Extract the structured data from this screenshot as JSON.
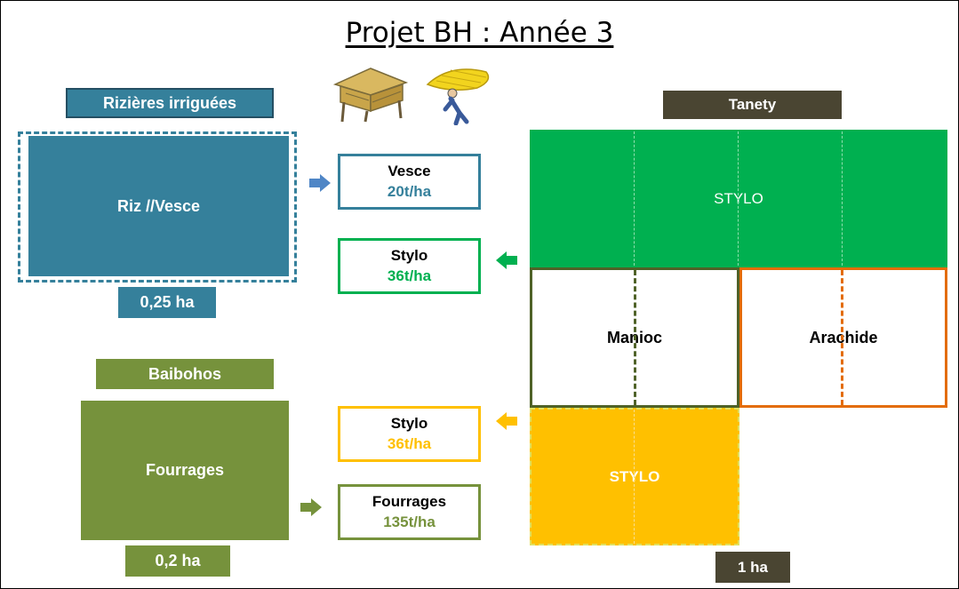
{
  "title": "Projet BH : Année 3",
  "colors": {
    "rice": "#35809b",
    "stylo_green": "#00b050",
    "yellow": "#ffc000",
    "baibohos": "#76923c",
    "tanety_header": "#4a4532",
    "manioc": "#4f6228",
    "arachide": "#e36c0a"
  },
  "rice_section": {
    "header": "Rizières irriguées",
    "field": "Riz //Vesce",
    "area": "0,25 ha"
  },
  "baibohos_section": {
    "header": "Baibohos",
    "field": "Fourrages",
    "area": "0,2 ha"
  },
  "tanety_section": {
    "header": "Tanety",
    "stylo_top": "STYLO",
    "manioc": "Manioc",
    "arachide": "Arachide",
    "stylo_bottom": "STYLO",
    "area": "1 ha"
  },
  "outputs": {
    "vesce": {
      "name": "Vesce",
      "yield": "20t/ha"
    },
    "stylo_green": {
      "name": "Stylo",
      "yield": "36t/ha"
    },
    "stylo_yellow": {
      "name": "Stylo",
      "yield": "36t/ha"
    },
    "fourrages": {
      "name": "Fourrages",
      "yield": "135t/ha"
    }
  },
  "icons": [
    "granary-icon",
    "farmer-carrying-hay-icon",
    "arrow-right-icon",
    "arrow-left-icon"
  ]
}
